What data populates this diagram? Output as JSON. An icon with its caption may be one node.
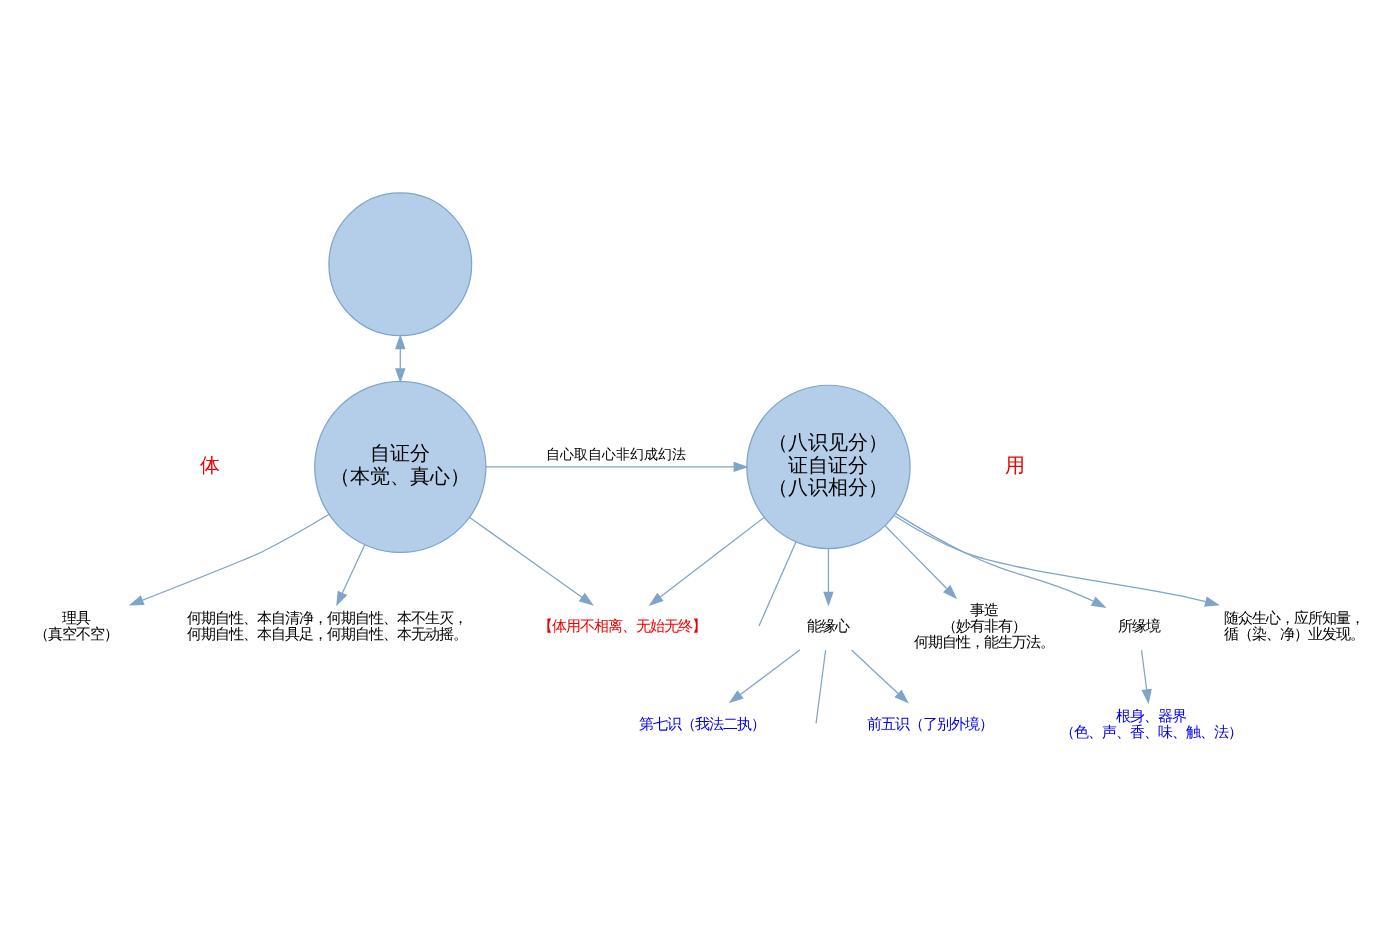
{
  "diagram": {
    "nodes": [
      {
        "text": [],
        "shape": "circle"
      },
      {
        "text": [
          "自证分",
          "（本觉、真心）"
        ]
      },
      {
        "text": [
          "（八识见分）",
          "证自证分",
          "（八识相分）"
        ]
      },
      {
        "text": [
          "能缘心"
        ]
      },
      {
        "text": [
          "前五识（了别外境）"
        ]
      },
      {
        "text": [
          "第七识（我法二执）"
        ]
      },
      {
        "text": [
          "理具",
          "（真空不空）"
        ]
      },
      {
        "text": [
          "事造",
          "（妙有非有）",
          "何期自性，能生万法。"
        ]
      },
      {
        "text": [
          "【体用不相离、无始无终】"
        ]
      },
      {
        "text": [
          "所缘境"
        ]
      },
      {
        "text": [
          "根身、器界",
          "（色、声、香、味、触、法）"
        ]
      },
      {
        "text": [
          "何期自性、本自清净，何期自性、本不生灭，何期自性、本自具足，何期自性、本无动摇。"
        ]
      },
      {
        "text": [
          "随众生心，应所知量，循（染、净）业发现。"
        ]
      }
    ],
    "edges": [
      {
        "from": 0,
        "to": 1,
        "arrow": "both"
      },
      {
        "from": 1,
        "to": 2,
        "arrow": "to",
        "label": "自心取自心非幻成幻法"
      },
      {
        "from": 2,
        "to": 3,
        "arrow": "to"
      },
      {
        "from": 3,
        "to": 4,
        "arrow": "to"
      },
      {
        "from": 3,
        "to": 5,
        "arrow": "to"
      },
      {
        "from": 3,
        "to": null,
        "arrow": "none"
      },
      {
        "from": 1,
        "to": 6,
        "arrow": "to"
      },
      {
        "from": 2,
        "to": 7,
        "arrow": "to"
      },
      {
        "from": 1,
        "to": 8,
        "arrow": "to"
      },
      {
        "from": 2,
        "to": 8,
        "arrow": "to"
      },
      {
        "from": 2,
        "to": 9,
        "arrow": "to"
      },
      {
        "from": 9,
        "to": 10,
        "arrow": "to"
      },
      {
        "from": 1,
        "to": 11,
        "arrow": "to"
      },
      {
        "from": 2,
        "to": 12,
        "arrow": "to"
      },
      {
        "from": 2,
        "to": null,
        "arrow": "none"
      }
    ],
    "labels": [
      "体",
      "用"
    ]
  }
}
